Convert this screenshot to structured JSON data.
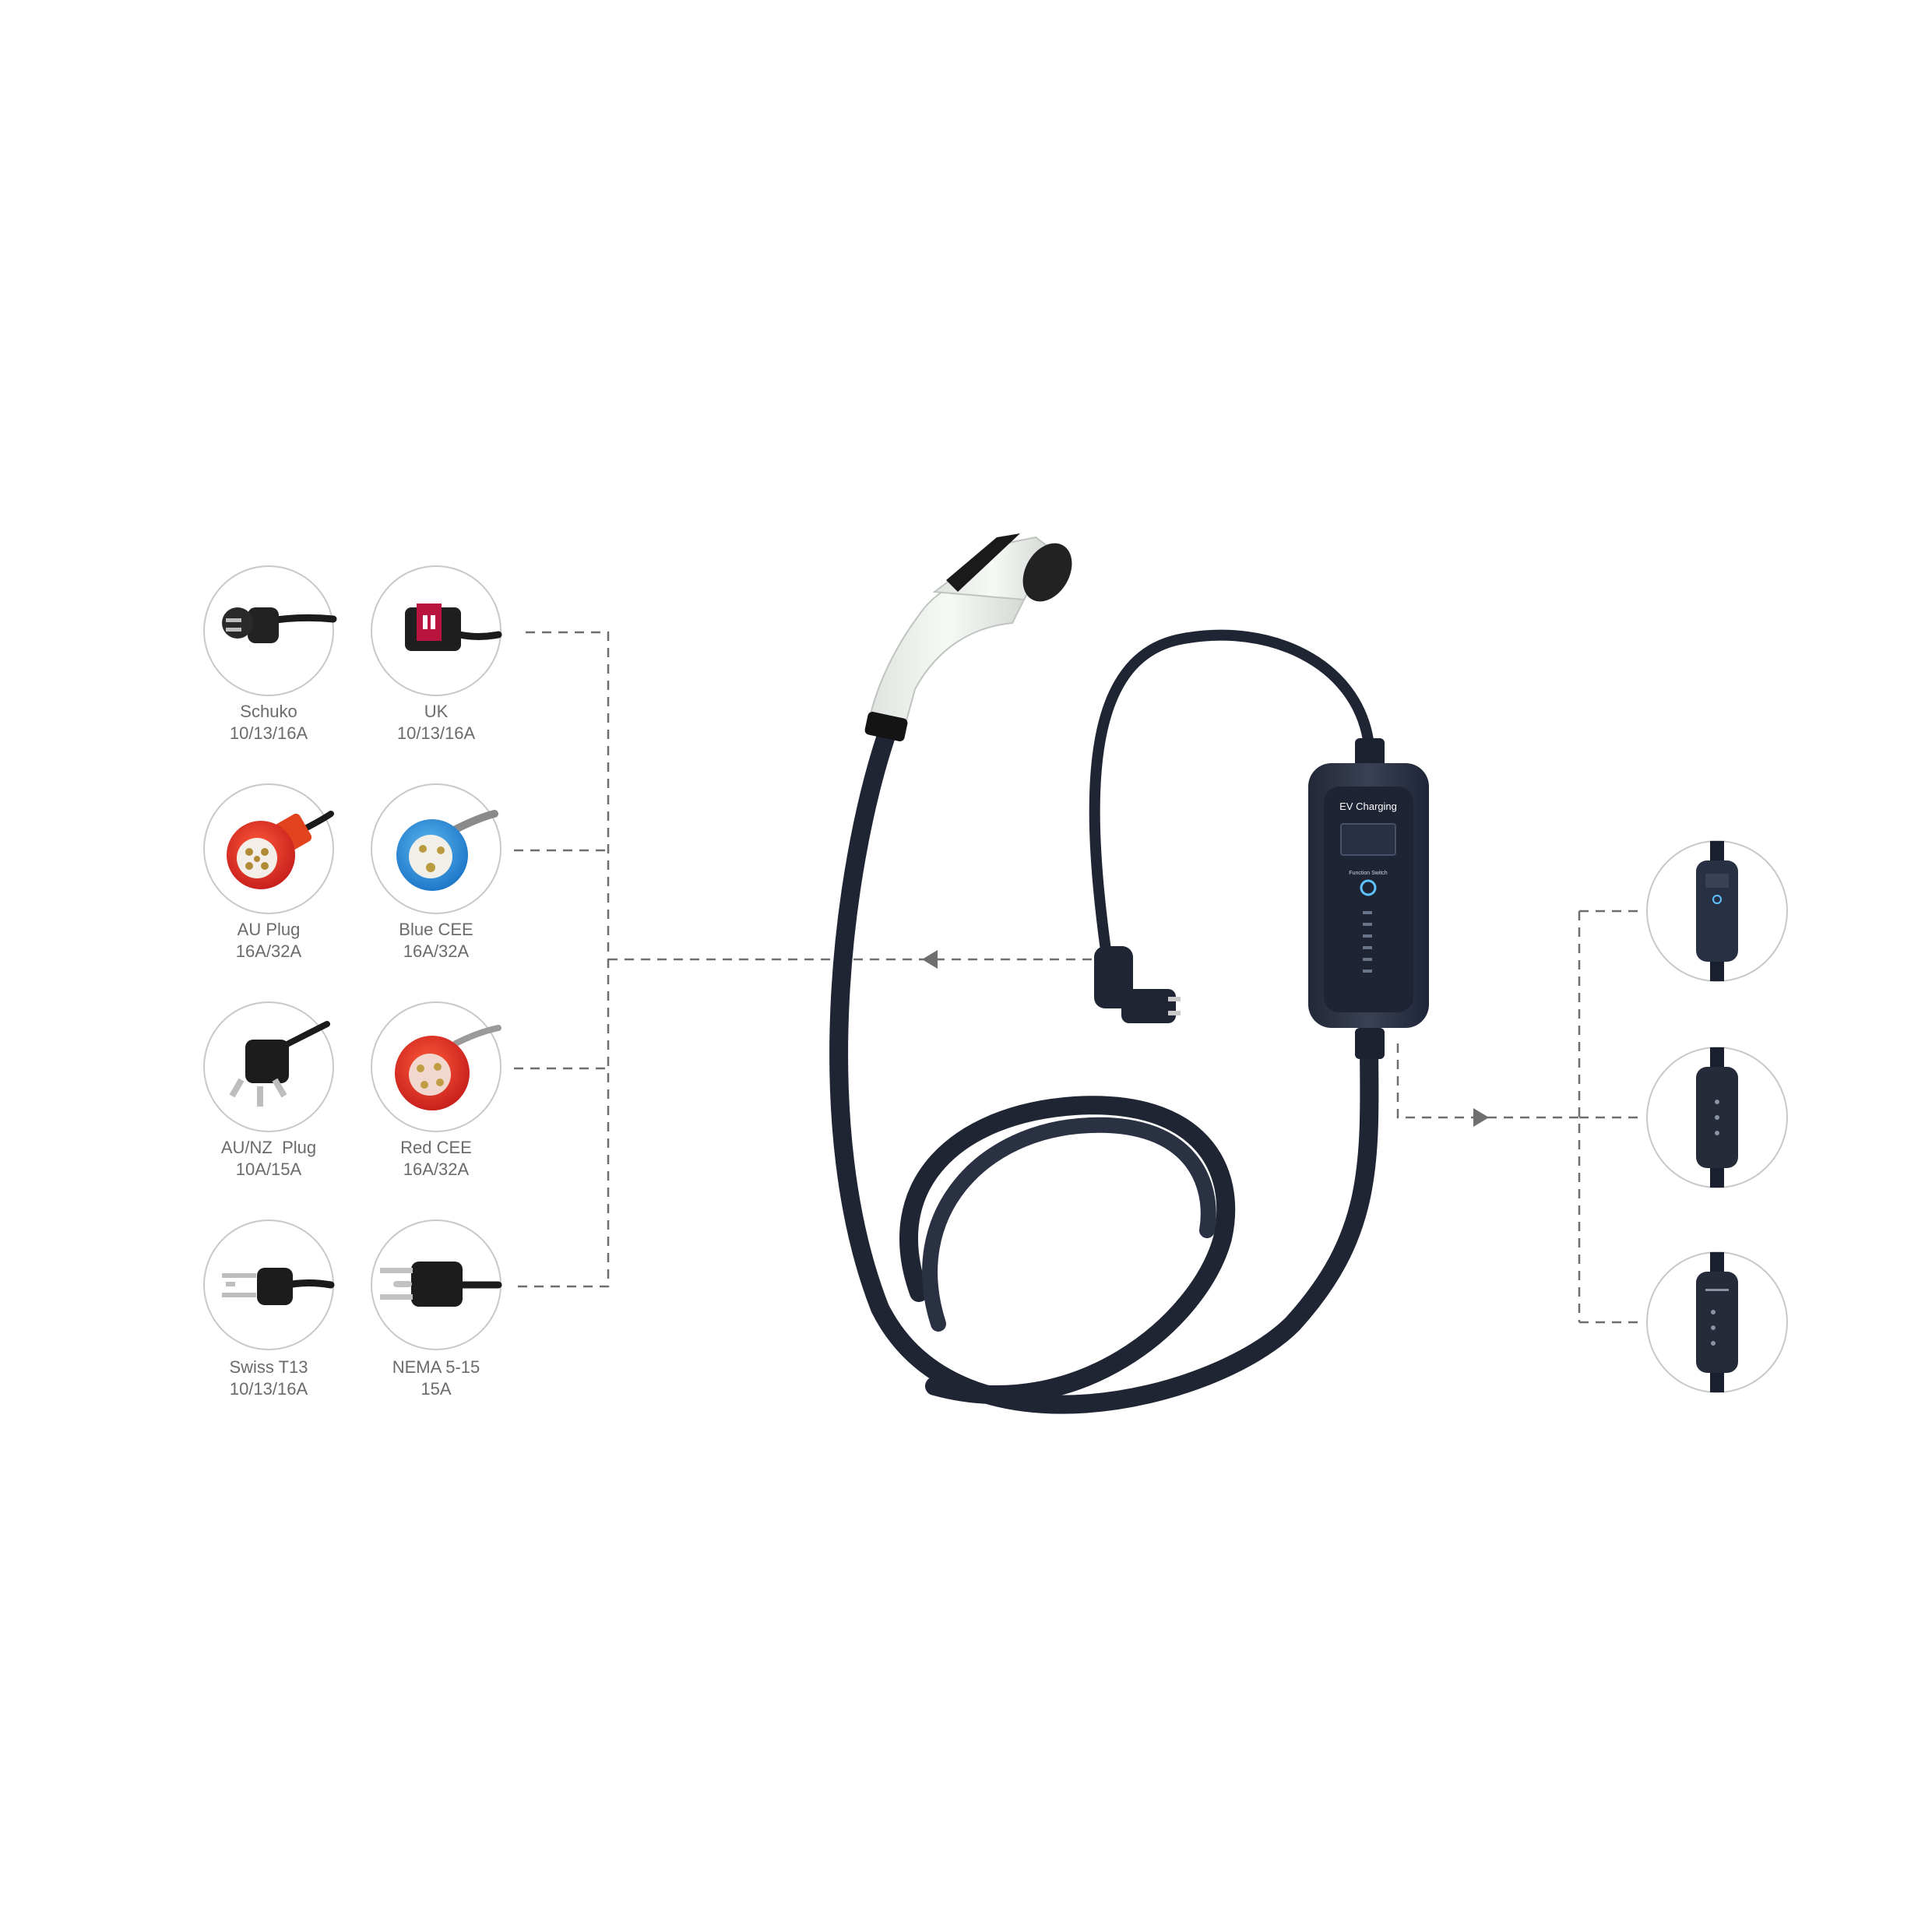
{
  "plugs": [
    {
      "name": "Schuko",
      "rating": "10/13/16A",
      "icon": "schuko-plug-icon"
    },
    {
      "name": "UK",
      "rating": "10/13/16A",
      "icon": "uk-plug-icon"
    },
    {
      "name": "AU Plug",
      "rating": "16A/32A",
      "icon": "au-industrial-plug-icon"
    },
    {
      "name": "Blue CEE",
      "rating": "16A/32A",
      "icon": "blue-cee-plug-icon"
    },
    {
      "name": "AU/NZ  Plug",
      "rating": "10A/15A",
      "icon": "au-nz-plug-icon"
    },
    {
      "name": "Red CEE",
      "rating": "16A/32A",
      "icon": "red-cee-plug-icon"
    },
    {
      "name": "Swiss T13",
      "rating": "10/13/16A",
      "icon": "swiss-t13-plug-icon"
    },
    {
      "name": "NEMA 5-15",
      "rating": "15A",
      "icon": "nema-5-15-plug-icon"
    }
  ],
  "control_box": {
    "title": "EV Charging",
    "switch_label": "Function Switch"
  },
  "variants": [
    {
      "icon": "control-box-display-variant-icon"
    },
    {
      "icon": "control-box-led-variant-icon"
    },
    {
      "icon": "control-box-led-text-variant-icon"
    }
  ],
  "colors": {
    "connector_lines": "#6e6e6e",
    "label_text": "#6b6b6b",
    "cable": "#1e2431",
    "control_box": "#2b3142",
    "handle": "#eef1ee"
  }
}
